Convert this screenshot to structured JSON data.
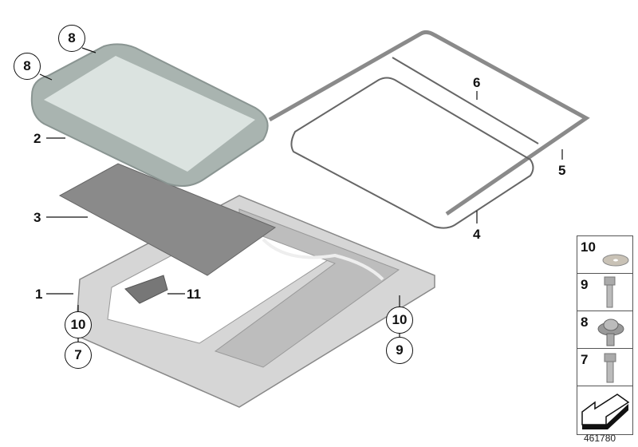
{
  "diagram": {
    "title": "Sliding/tilting sunroof assembly parts diagram",
    "image_number": "461780",
    "callouts": [
      {
        "id": "c8a",
        "label": "8",
        "style": "circle"
      },
      {
        "id": "c8b",
        "label": "8",
        "style": "circle"
      },
      {
        "id": "l2",
        "label": "2",
        "style": "plain"
      },
      {
        "id": "l3",
        "label": "3",
        "style": "plain"
      },
      {
        "id": "l1",
        "label": "1",
        "style": "plain"
      },
      {
        "id": "l11",
        "label": "11",
        "style": "plain"
      },
      {
        "id": "c10a",
        "label": "10",
        "style": "circle"
      },
      {
        "id": "c7",
        "label": "7",
        "style": "circle"
      },
      {
        "id": "c10b",
        "label": "10",
        "style": "circle"
      },
      {
        "id": "c9",
        "label": "9",
        "style": "circle"
      },
      {
        "id": "l6",
        "label": "6",
        "style": "plain"
      },
      {
        "id": "l5",
        "label": "5",
        "style": "plain"
      },
      {
        "id": "l4",
        "label": "4",
        "style": "plain"
      }
    ],
    "parts": [
      {
        "label": "1",
        "name": "frame"
      },
      {
        "label": "2",
        "name": "glass-panel"
      },
      {
        "label": "3",
        "name": "sunshade"
      },
      {
        "label": "4",
        "name": "seal"
      },
      {
        "label": "5",
        "name": "outer-seal"
      },
      {
        "label": "6",
        "name": "seal-strip"
      },
      {
        "label": "11",
        "name": "bracket"
      }
    ],
    "legend": [
      {
        "label": "10",
        "part": "washer"
      },
      {
        "label": "9",
        "part": "hex-bolt"
      },
      {
        "label": "8",
        "part": "torx-collar-screw"
      },
      {
        "label": "7",
        "part": "flange-bolt"
      },
      {
        "label": "",
        "part": "direction-arrow"
      }
    ]
  }
}
